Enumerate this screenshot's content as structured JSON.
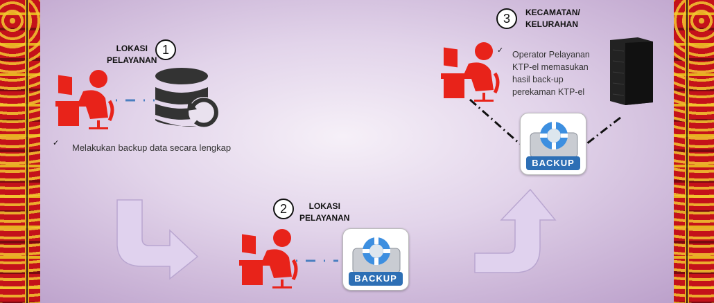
{
  "steps": [
    {
      "number": "1",
      "title_line1": "LOKASI",
      "title_line2": "PELAYANAN",
      "description": "Melakukan backup data secara lengkap"
    },
    {
      "number": "2",
      "title_line1": "LOKASI",
      "title_line2": "PELAYANAN"
    },
    {
      "number": "3",
      "title_line1": "KECAMATAN/",
      "title_line2": "KELURAHAN",
      "description_lines": [
        "Operator Pelayanan",
        "KTP-el memasukan",
        "hasil back-up",
        "perekaman KTP-el"
      ]
    }
  ],
  "backup_label": "BACKUP",
  "check_mark": "✓",
  "colors": {
    "person": "#e8231a",
    "database": "#333333",
    "backup_blue": "#2d6fb5"
  }
}
